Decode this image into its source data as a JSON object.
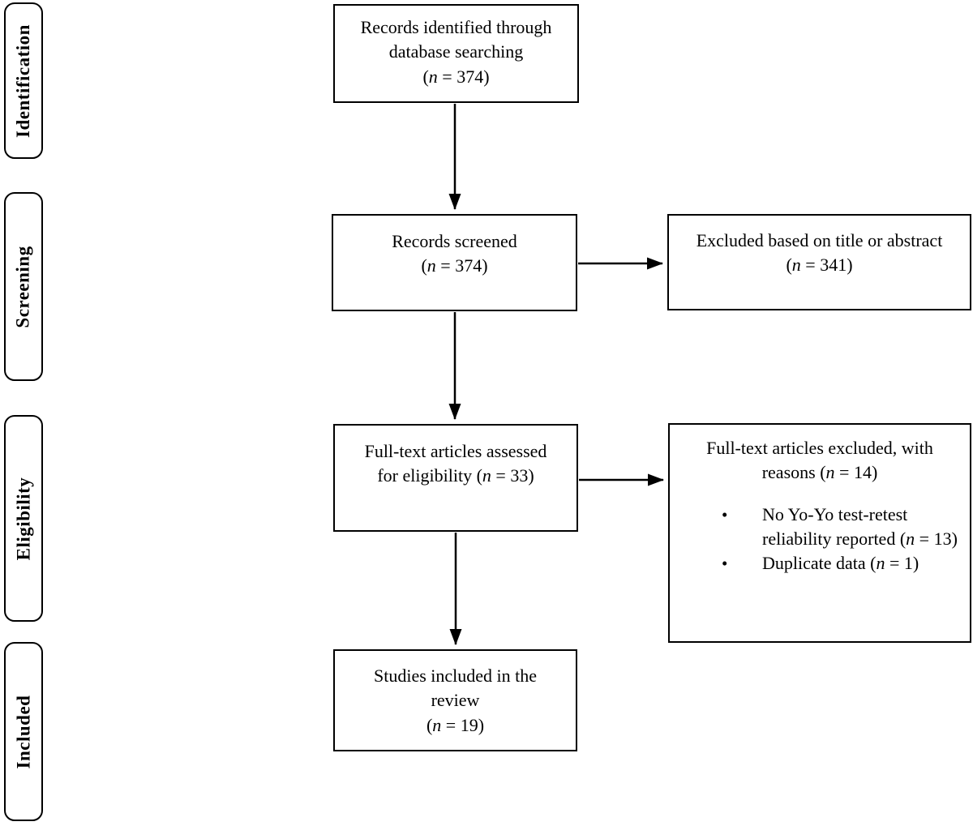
{
  "n_format": {
    "open": "(",
    "var": "n",
    "eq": " = ",
    "close": ")"
  },
  "bullet_glyph": "•",
  "colors": {
    "border": "#000000",
    "background": "#ffffff",
    "text": "#000000"
  },
  "stages": [
    {
      "label": "Identification"
    },
    {
      "label": "Screening"
    },
    {
      "label": "Eligibility"
    },
    {
      "label": "Included"
    }
  ],
  "boxes": {
    "identified": {
      "text": "Records identified through\ndatabase searching\n",
      "n": "374"
    },
    "screened": {
      "text": "Records screened\n",
      "n": "374"
    },
    "fulltext": {
      "text": "Full-text articles assessed\nfor eligibility ",
      "n": "33"
    },
    "included": {
      "text": "Studies included in the\nreview\n",
      "n": "19"
    },
    "excluded_title": {
      "text": "Excluded based on title or abstract\n",
      "n": "341"
    },
    "excluded_fulltext": {
      "heading": "Full-text articles excluded, with\nreasons ",
      "n": "14",
      "reasons": [
        {
          "text": "No Yo-Yo test-retest reliability reported ",
          "n": "13"
        },
        {
          "text": "Duplicate data ",
          "n": "1"
        }
      ]
    }
  }
}
